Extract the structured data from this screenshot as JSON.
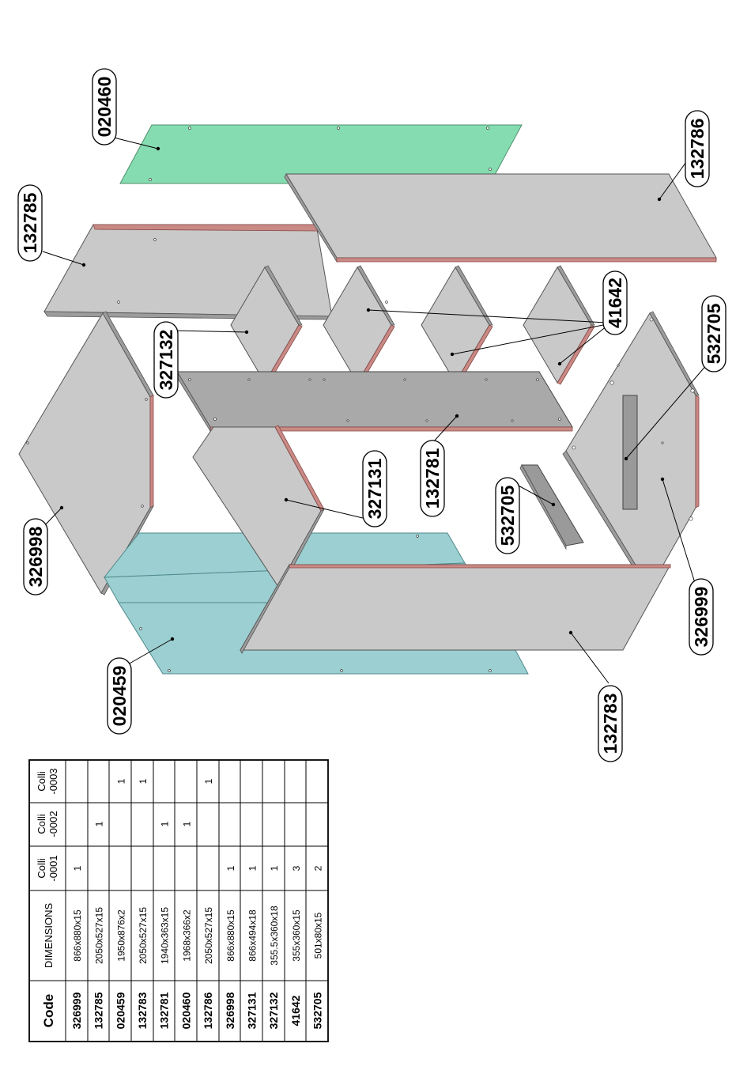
{
  "parts_table": {
    "headers": {
      "code": "Code",
      "dimensions": "DIMENSIONS",
      "colli1": [
        "Colli",
        "-0001"
      ],
      "colli2": [
        "Colli",
        "-0002"
      ],
      "colli3": [
        "Colli",
        "-0003"
      ]
    },
    "rows": [
      {
        "code": "326999",
        "dimensions": "866x880x15",
        "colli1": "1",
        "colli2": "",
        "colli3": ""
      },
      {
        "code": "132785",
        "dimensions": "2050x527x15",
        "colli1": "",
        "colli2": "1",
        "colli3": ""
      },
      {
        "code": "020459",
        "dimensions": "1950x876x2",
        "colli1": "",
        "colli2": "",
        "colli3": "1"
      },
      {
        "code": "132783",
        "dimensions": "2050x527x15",
        "colli1": "",
        "colli2": "",
        "colli3": "1"
      },
      {
        "code": "132781",
        "dimensions": "1940x363x15",
        "colli1": "",
        "colli2": "1",
        "colli3": ""
      },
      {
        "code": "020460",
        "dimensions": "1968x366x2",
        "colli1": "",
        "colli2": "1",
        "colli3": ""
      },
      {
        "code": "132786",
        "dimensions": "2050x527x15",
        "colli1": "",
        "colli2": "",
        "colli3": "1"
      },
      {
        "code": "326998",
        "dimensions": "866x880x15",
        "colli1": "1",
        "colli2": "",
        "colli3": ""
      },
      {
        "code": "327131",
        "dimensions": "866x494x18",
        "colli1": "1",
        "colli2": "",
        "colli3": ""
      },
      {
        "code": "327132",
        "dimensions": "355.5x360x18",
        "colli1": "1",
        "colli2": "",
        "colli3": ""
      },
      {
        "code": "41642",
        "dimensions": "355x360x15",
        "colli1": "3",
        "colli2": "",
        "colli3": ""
      },
      {
        "code": "532705",
        "dimensions": "501x80x15",
        "colli1": "2",
        "colli2": "",
        "colli3": ""
      }
    ]
  },
  "callouts": {
    "c020460": "020460",
    "c132786": "132786",
    "c132785": "132785",
    "c41642": "41642",
    "c532705a": "532705",
    "c327132": "327132",
    "c132781": "132781",
    "c327131": "327131",
    "c532705b": "532705",
    "c326998": "326998",
    "c326999": "326999",
    "c020459": "020459",
    "c132783": "132783"
  },
  "colors": {
    "back_panel_green": "#86dcb1",
    "back_panel_teal": "#9ccfd1",
    "panel_grey": "#c9c9c9",
    "panel_dark": "#a9a9a9",
    "edge_band": "#c98a86"
  }
}
